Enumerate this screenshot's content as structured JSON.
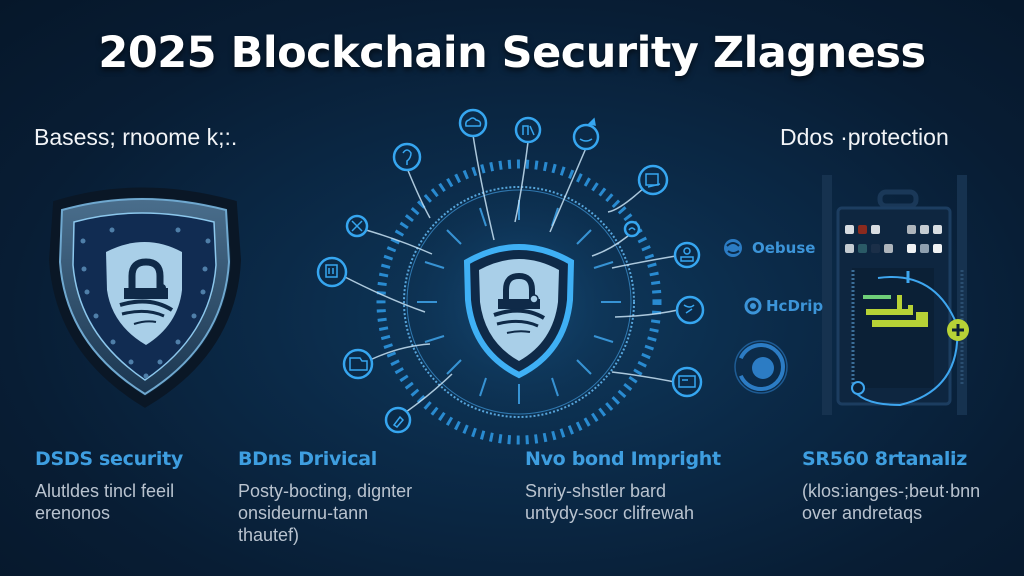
{
  "title": "2025 Blockchain Security Zlagness",
  "subtitles": {
    "left": "Basess; rnoome k;:.",
    "right": "Ddos ·protection"
  },
  "brands": [
    {
      "label": "Oebuse",
      "icon": "swirl-logo-icon"
    },
    {
      "label": "HcDrip",
      "icon": "ring-logo-icon"
    }
  ],
  "features": [
    {
      "heading": "DSDS security",
      "lines": [
        "Alutldes tincl feeil",
        "erenonos"
      ]
    },
    {
      "heading": "BDns Drivical",
      "lines": [
        "Posty-bocting, dignter",
        "onsideurnu-tann",
        "thautef)"
      ]
    },
    {
      "heading": "Nvo bond Impright",
      "lines": [
        "Snriy-shstler bard",
        "untydy-socr clifrewah"
      ]
    },
    {
      "heading": "SR560 8rtanaliz",
      "lines": [
        "(klos:ianges-;beut·bnn",
        "over andretaqs"
      ]
    }
  ],
  "colors": {
    "background": "#0b2a48",
    "accent": "#2f9be8",
    "heading": "#3e9ee0",
    "body_text": "#b9c3cf",
    "shield_fill": "#a9cfe8",
    "lime": "#b7d236"
  },
  "hub_icons": [
    "lightbulb-icon",
    "cloud-icon",
    "network-icon",
    "rocket-icon",
    "chart-icon",
    "phone-icon",
    "user-icon",
    "globe-icon",
    "monitor-icon",
    "tools-icon",
    "document-icon",
    "folder-icon",
    "pen-icon"
  ]
}
